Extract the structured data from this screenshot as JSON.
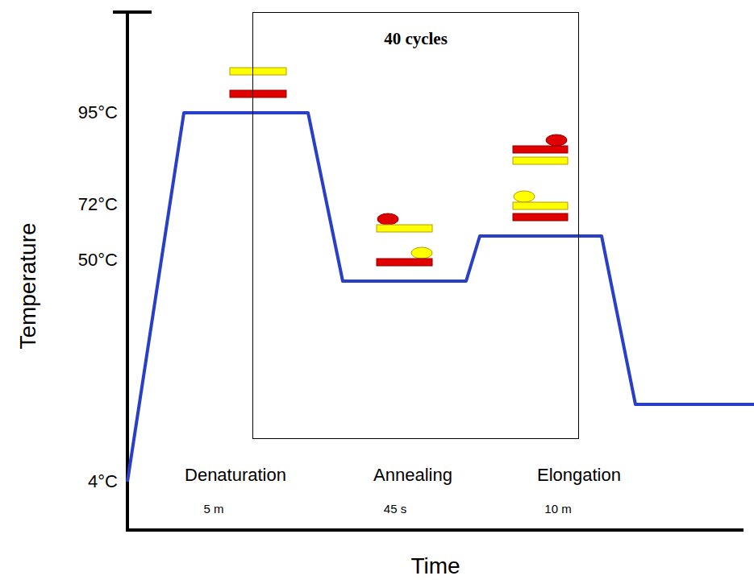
{
  "diagram": {
    "nodes": [
      {
        "text": [
          "40 cycles"
        ]
      }
    ],
    "labels": [
      "Temperature",
      "95°C",
      "72°C",
      "50°C",
      "4°C",
      "Denaturation",
      "5 m",
      "Annealing",
      "45 s",
      "Elongation",
      "10 m",
      "Time"
    ]
  }
}
